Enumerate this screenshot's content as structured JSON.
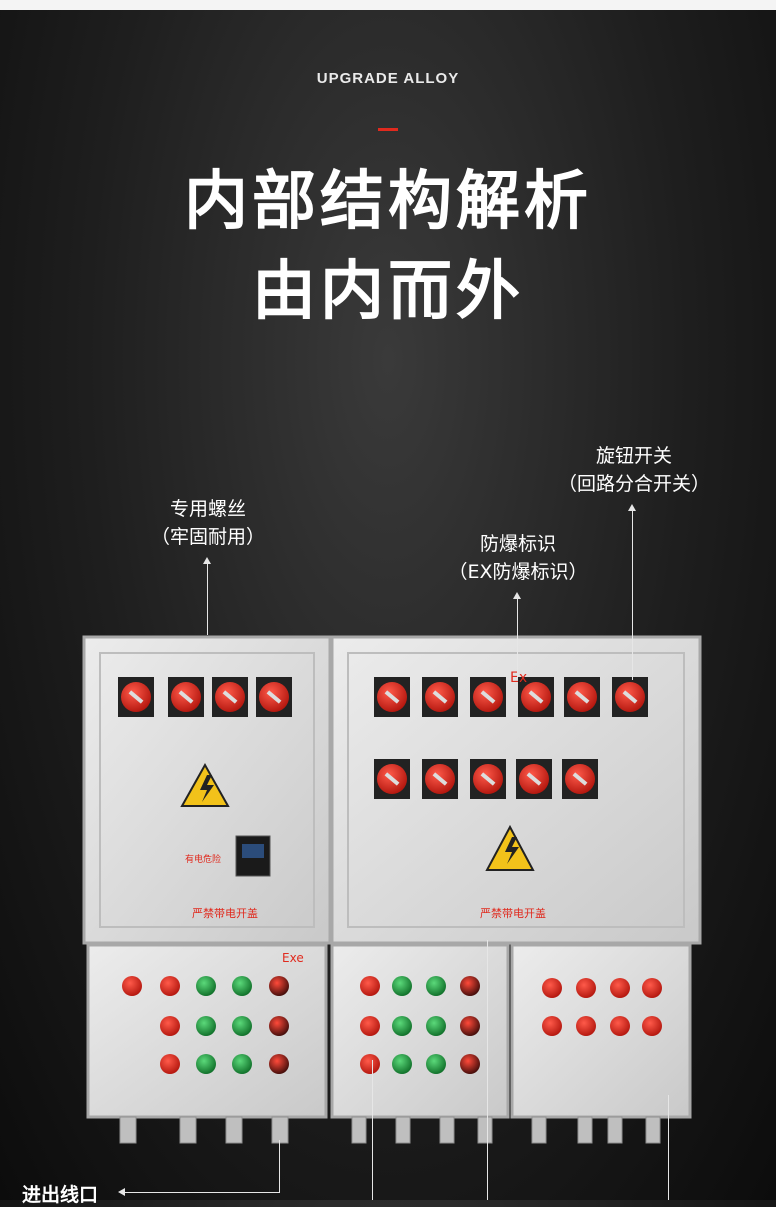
{
  "header": {
    "eyebrow": "UPGRADE ALLOY",
    "title_line1": "内部结构解析",
    "title_line2": "由内而外"
  },
  "callouts": {
    "screw": {
      "line1": "专用螺丝",
      "line2": "（牢固耐用）"
    },
    "knob": {
      "line1": "旋钮开关",
      "line2": "（回路分合开关）"
    },
    "ex_mark": {
      "line1": "防爆标识",
      "line2": "（EX防爆标识）"
    },
    "cable_entry": {
      "label": "进出线口"
    }
  },
  "panel_text": {
    "warning_sign": "有电危险",
    "no_open_live": "严禁带电开盖",
    "ex_symbol_upper": "Ex",
    "ex_symbol_lower": "Exe"
  },
  "colors": {
    "background": "#1e1e1e",
    "accent_red": "#e02a1e",
    "enclosure": "#dcdcdc",
    "knob_red": "#d8261c",
    "indicator_green": "#1e9a3c",
    "warning_yellow": "#f2c21a"
  },
  "icons": [
    "warning-triangle-icon",
    "rotary-switch-icon",
    "indicator-light-icon",
    "arrow-icon"
  ]
}
